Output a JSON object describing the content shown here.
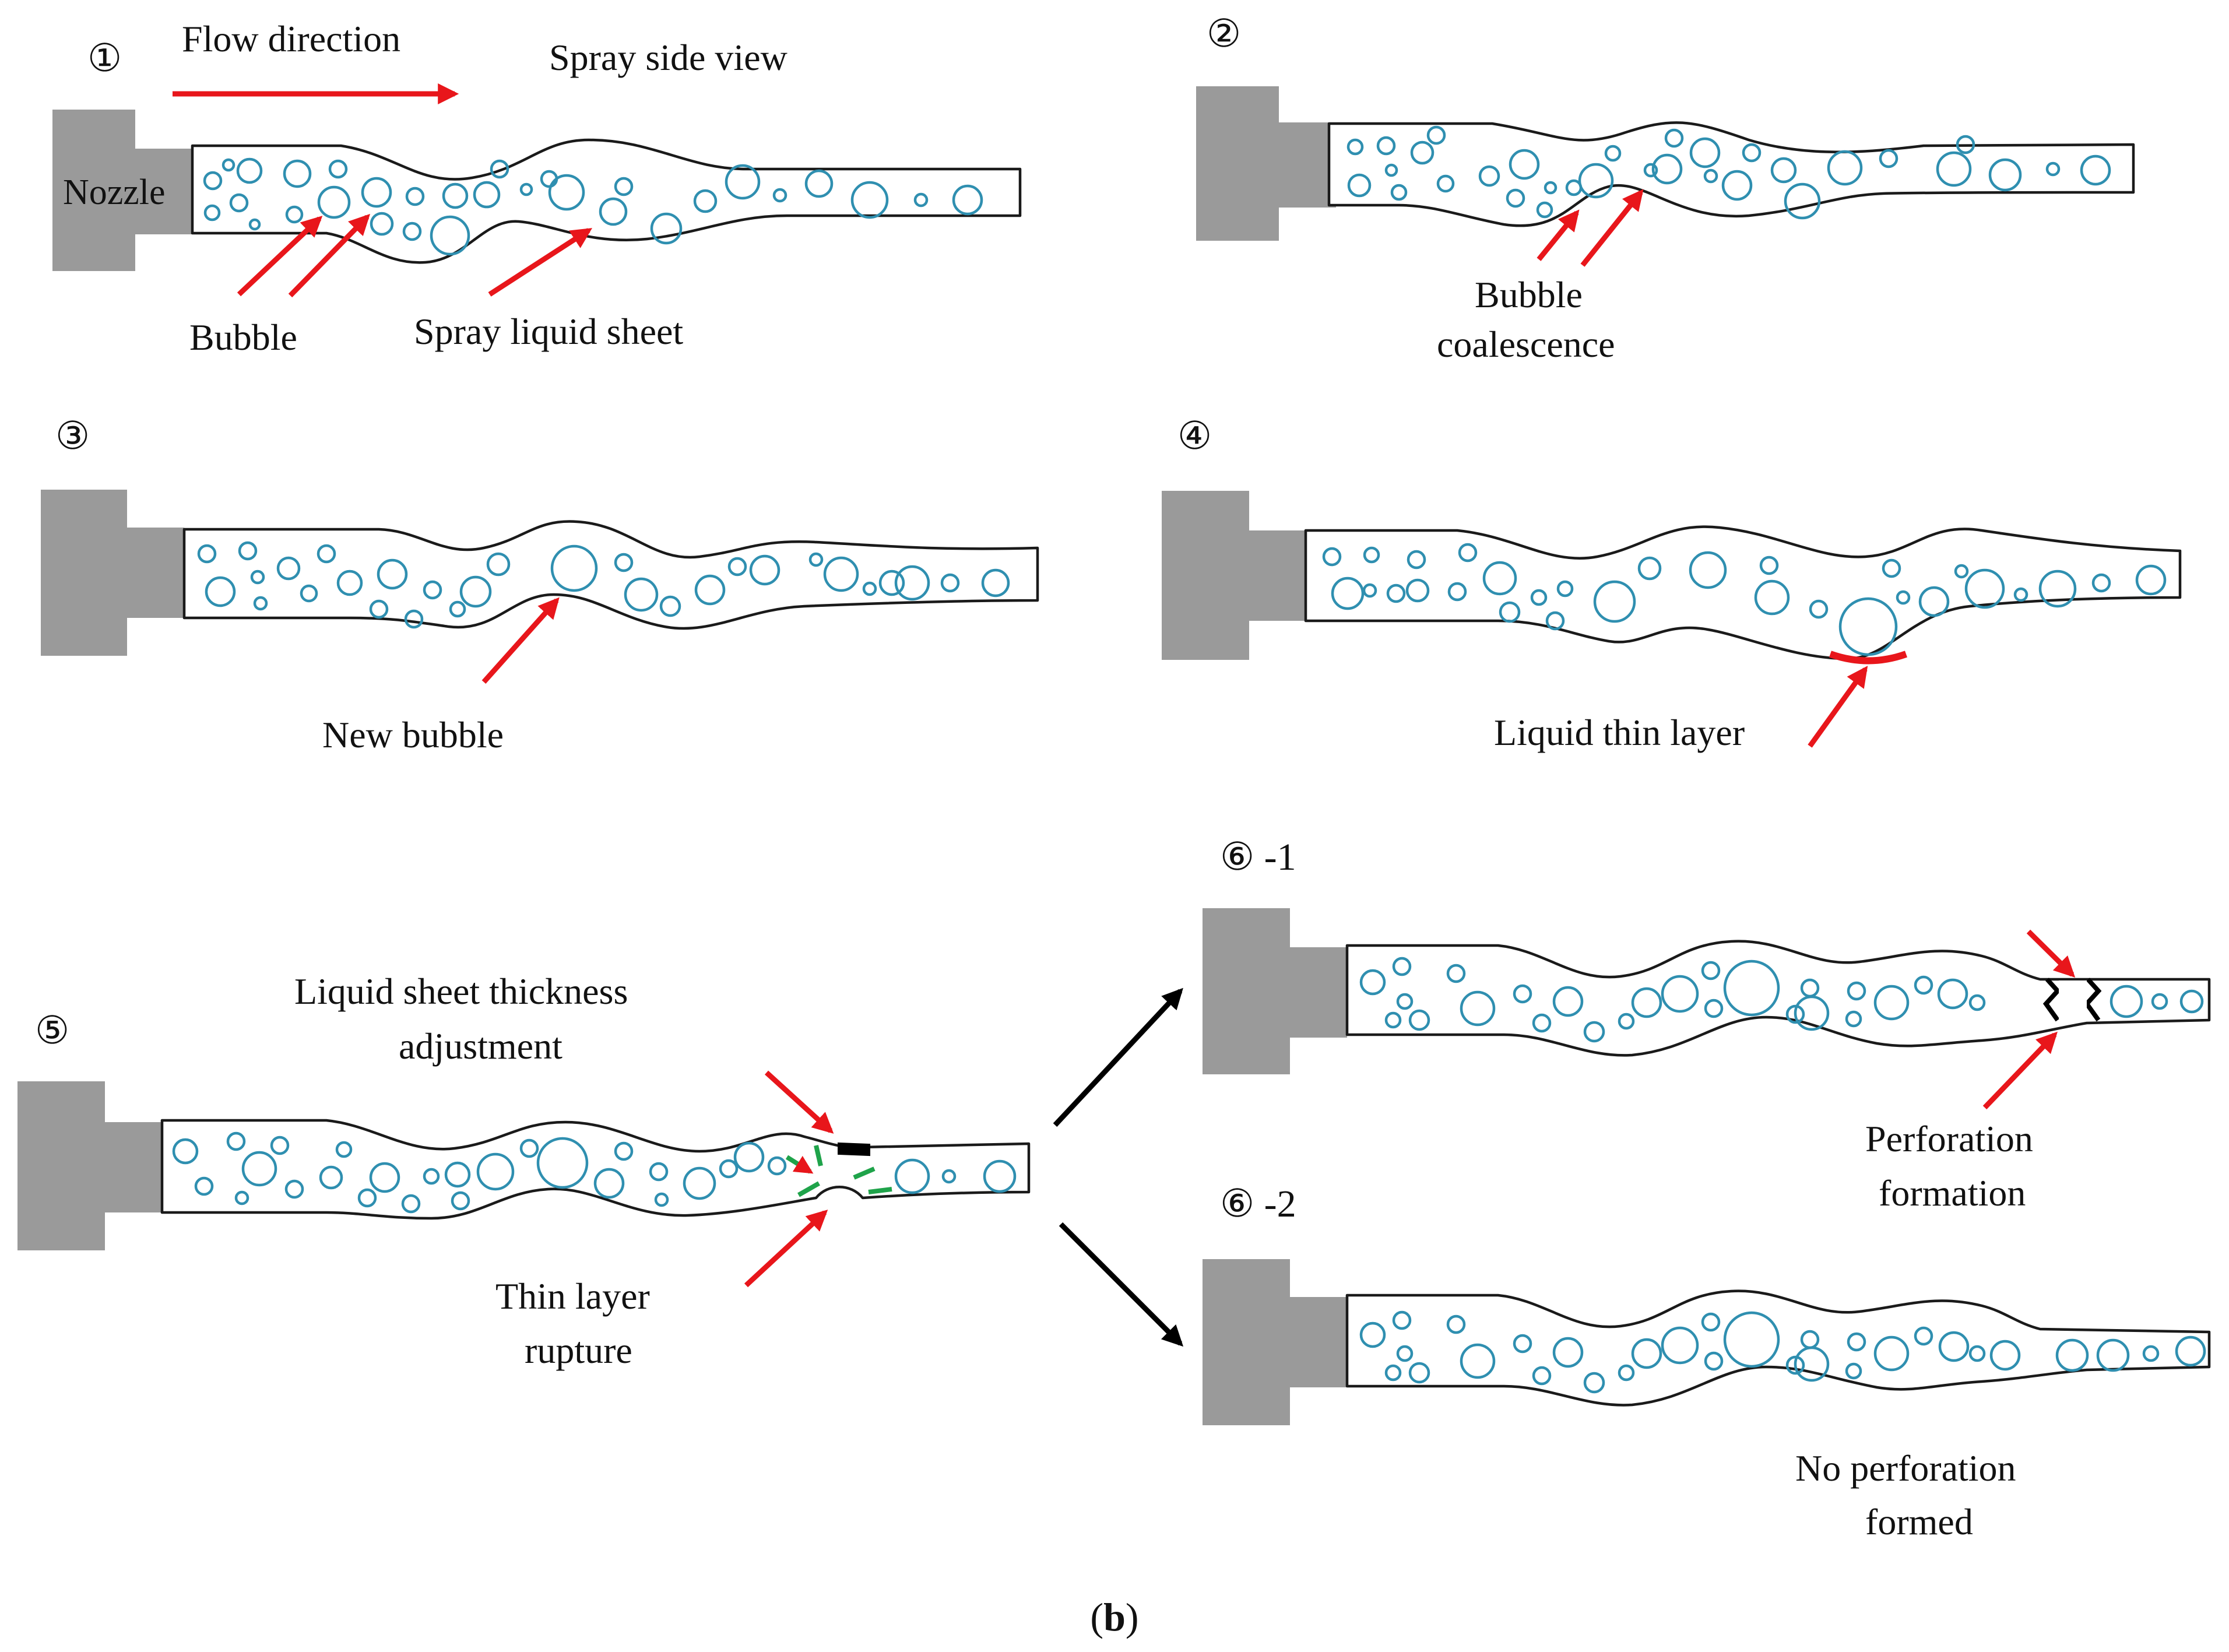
{
  "colors": {
    "nozzle": "#9a9a9a",
    "sheet_outline": "#1a1a1a",
    "bubble": "#2f8fb0",
    "arrow_red": "#e8161b",
    "arrow_black": "#000000",
    "thin_layer": "#e8161b",
    "thickened_layer": "#000000",
    "inflow_arrows": "#1fa34a"
  },
  "labels": {
    "panel1_num": "①",
    "flow_direction": "Flow direction",
    "spray_side_view": "Spray side view",
    "nozzle": "Nozzle",
    "bubble": "Bubble",
    "spray_liquid_sheet": "Spray liquid sheet",
    "panel2_num": "②",
    "bubble_coalescence_1": "Bubble",
    "bubble_coalescence_2": "coalescence",
    "panel3_num": "③",
    "new_bubble": "New bubble",
    "panel4_num": "④",
    "liquid_thin_layer": "Liquid thin layer",
    "panel5_num": "⑤",
    "thickness_adjustment_1": "Liquid sheet thickness",
    "thickness_adjustment_2": "adjustment",
    "thin_layer_rupture_1": "Thin layer",
    "thin_layer_rupture_2": "rupture",
    "panel61_num": "⑥ -1",
    "perforation_formation_1": "Perforation",
    "perforation_formation_2": "formation",
    "panel62_num": "⑥ -2",
    "no_perforation_1": "No perforation",
    "no_perforation_2": "formed",
    "caption_open": "(",
    "caption_letter": "b",
    "caption_close": ")"
  }
}
